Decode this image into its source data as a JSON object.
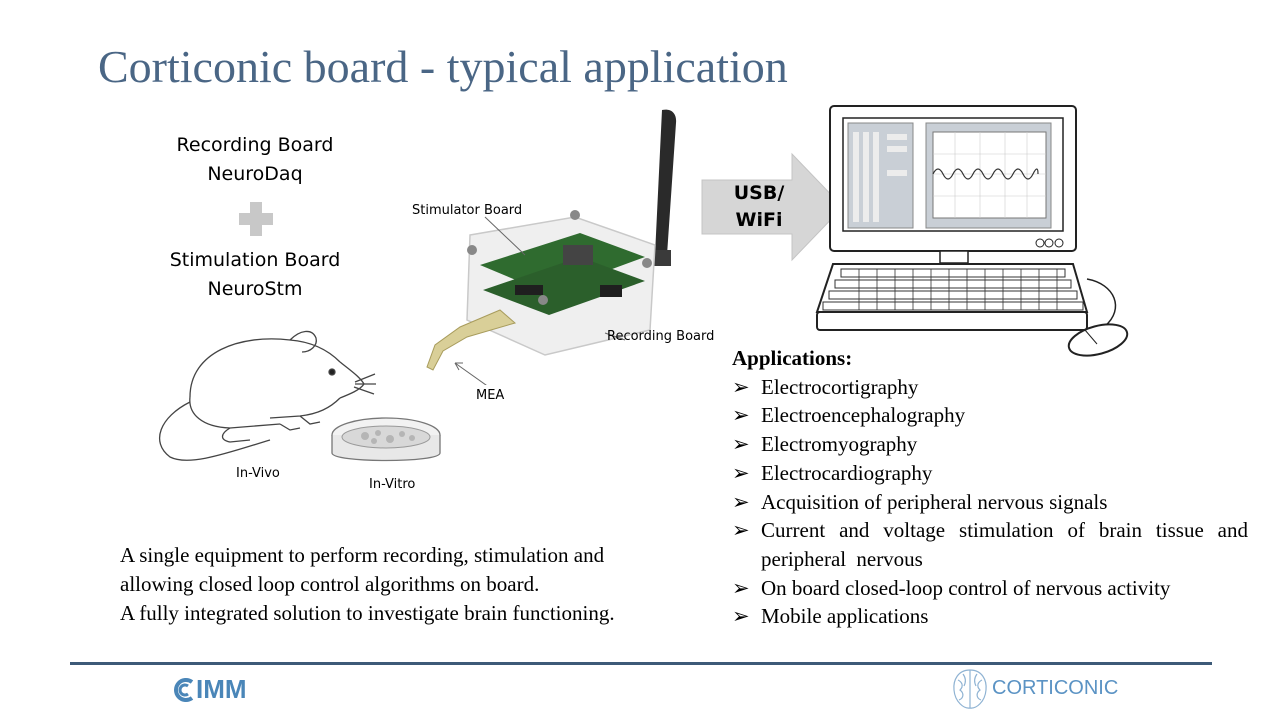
{
  "slide": {
    "title": "Corticonic board - typical application"
  },
  "boards": {
    "recording_line1": "Recording Board",
    "recording_line2": "NeuroDaq",
    "stimulation_line1": "Stimulation Board",
    "stimulation_line2": "NeuroStm"
  },
  "hardware_labels": {
    "stimulator_board": "Stimulator Board",
    "recording_board": "Recording Board",
    "mea": "MEA",
    "in_vivo": "In-Vivo",
    "in_vitro": "In-Vitro"
  },
  "connection": {
    "line1": "USB/",
    "line2": "WiFi",
    "arrow_color": "#d6d6d6"
  },
  "applications": {
    "heading": "Applications:",
    "bullet_glyph": "➢",
    "items": [
      "Electrocortigraphy",
      "Electroencephalography",
      "Electromyography",
      "Electrocardiography",
      "Acquisition of peripheral nervous signals",
      "Current and voltage stimulation of brain tissue and peripheral nervous",
      "On board closed-loop control of nervous activity",
      "Mobile applications"
    ]
  },
  "description": {
    "line1": "A single equipment to perform recording, stimulation and",
    "line2": "allowing closed loop control algorithms on board.",
    "line3": "A fully integrated solution to investigate brain functioning."
  },
  "footer": {
    "logo_left": "IMM",
    "logo_right": "CORTICONIC",
    "rule_color": "#3d5a78"
  },
  "colors": {
    "title": "#4a6685",
    "plus": "#c8c8c8",
    "board_green": "#2f6b2f",
    "logo_blue": "#4a86b8"
  }
}
